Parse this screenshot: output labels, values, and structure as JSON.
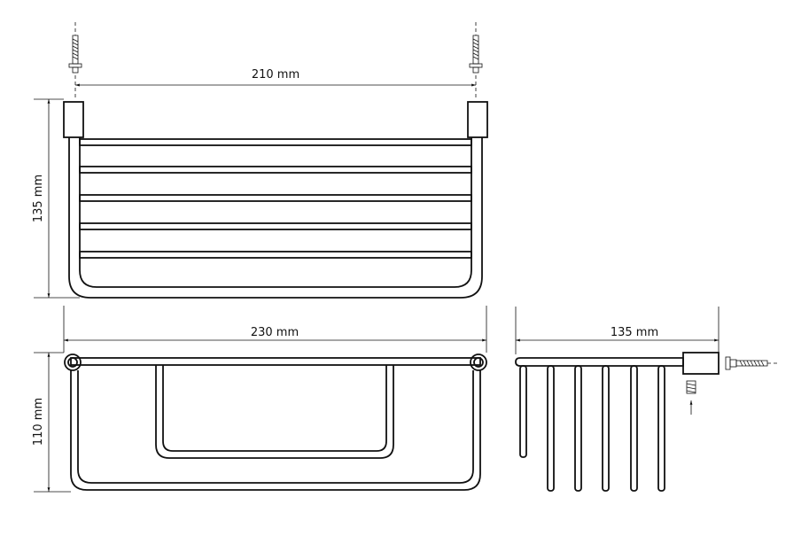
{
  "dimensions": {
    "top_width": "210 mm",
    "top_height": "135 mm",
    "front_width": "230 mm",
    "front_height": "110 mm",
    "side_depth": "135 mm"
  }
}
